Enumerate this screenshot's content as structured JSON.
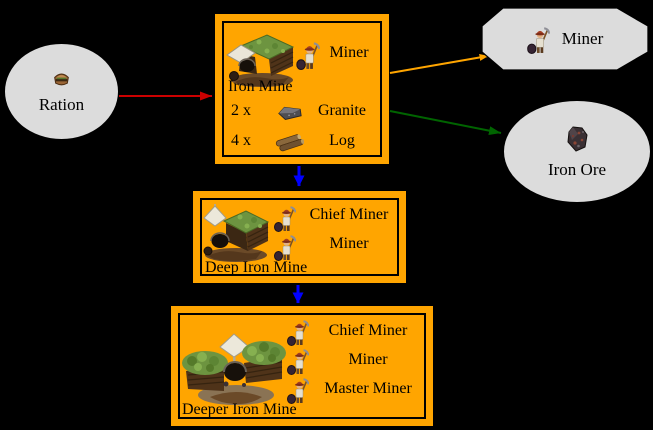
{
  "window": {
    "background": "#000000"
  },
  "colors": {
    "building_node_fill": "#FFA500",
    "ware_node_fill": "#DCDCDC",
    "node_border": "#000000",
    "edge_consume_red": "#CC0000",
    "edge_worker_orange": "#FFA500",
    "edge_produce_green": "#006400",
    "edge_enhance_blue": "#0000FF"
  },
  "nodes": {
    "ration": {
      "label": "Ration",
      "shape": "ellipse",
      "icon": "ration-icon"
    },
    "miner": {
      "label": "Miner",
      "shape": "octagon",
      "icon": "miner-icon"
    },
    "iron_ore": {
      "label": "Iron Ore",
      "shape": "ellipse",
      "icon": "iron-ore-icon"
    },
    "iron_mine": {
      "label": "Iron Mine",
      "shape": "box",
      "icon": "iron-mine-building-icon",
      "workers": [
        {
          "label": "Miner",
          "icon": "miner-icon"
        }
      ],
      "build_costs": [
        {
          "quantity": "2 x",
          "label": "Granite",
          "icon": "granite-icon"
        },
        {
          "quantity": "4 x",
          "label": "Log",
          "icon": "log-icon"
        }
      ]
    },
    "deep_iron_mine": {
      "label": "Deep Iron Mine",
      "shape": "box",
      "icon": "deep-iron-mine-building-icon",
      "workers": [
        {
          "label": "Chief Miner",
          "icon": "chief-miner-icon"
        },
        {
          "label": "Miner",
          "icon": "miner-icon"
        }
      ]
    },
    "deeper_iron_mine": {
      "label": "Deeper Iron Mine",
      "shape": "box",
      "icon": "deeper-iron-mine-building-icon",
      "workers": [
        {
          "label": "Chief Miner",
          "icon": "chief-miner-icon"
        },
        {
          "label": "Miner",
          "icon": "miner-icon"
        },
        {
          "label": "Master Miner",
          "icon": "master-miner-icon"
        }
      ]
    }
  },
  "edges": [
    {
      "from": "ration",
      "to": "iron_mine",
      "color": "#CC0000"
    },
    {
      "from": "iron_mine",
      "to": "miner",
      "color": "#FFA500"
    },
    {
      "from": "iron_mine",
      "to": "iron_ore",
      "color": "#006400"
    },
    {
      "from": "iron_mine",
      "to": "deep_iron_mine",
      "color": "#0000FF"
    },
    {
      "from": "deep_iron_mine",
      "to": "deeper_iron_mine",
      "color": "#0000FF"
    }
  ]
}
